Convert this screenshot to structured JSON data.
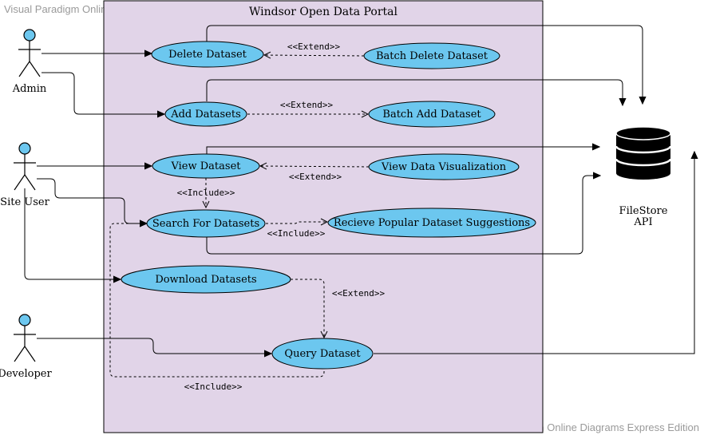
{
  "watermark_top": "Visual Paradigm Online Diagrams Express Edition",
  "watermark_bottom": "Visual Paradigm Online Diagrams Express Edition",
  "system_title": "Windsor Open Data Portal",
  "actors": {
    "admin": "Admin",
    "site_user": "Site User",
    "developer": "Developer"
  },
  "use_cases": {
    "delete_dataset": "Delete Dataset",
    "batch_delete_dataset": "Batch Delete Dataset",
    "add_datasets": "Add Datasets",
    "batch_add_dataset": "Batch Add Dataset",
    "view_dataset": "View Dataset",
    "view_data_visualization": "View Data Visualization",
    "search_for_datasets": "Search For Datasets",
    "recieve_popular_suggestions": "Recieve Popular Dataset Suggestions",
    "download_datasets": "Download Datasets",
    "query_dataset": "Query Dataset"
  },
  "stereotypes": {
    "extend_delete": "<<Extend>>",
    "extend_add": "<<Extend>>",
    "extend_view": "<<Extend>>",
    "include_view_search": "<<Include>>",
    "include_search_suggest": "<<Include>>",
    "extend_download": "<<Extend>>",
    "include_query_search": "<<Include>>"
  },
  "filestore": {
    "line1": "FileStore",
    "line2": "API"
  },
  "colors": {
    "system_fill": "#e1d4e8",
    "use_case_fill": "#6cc7ef",
    "database_fill": "#000000"
  }
}
